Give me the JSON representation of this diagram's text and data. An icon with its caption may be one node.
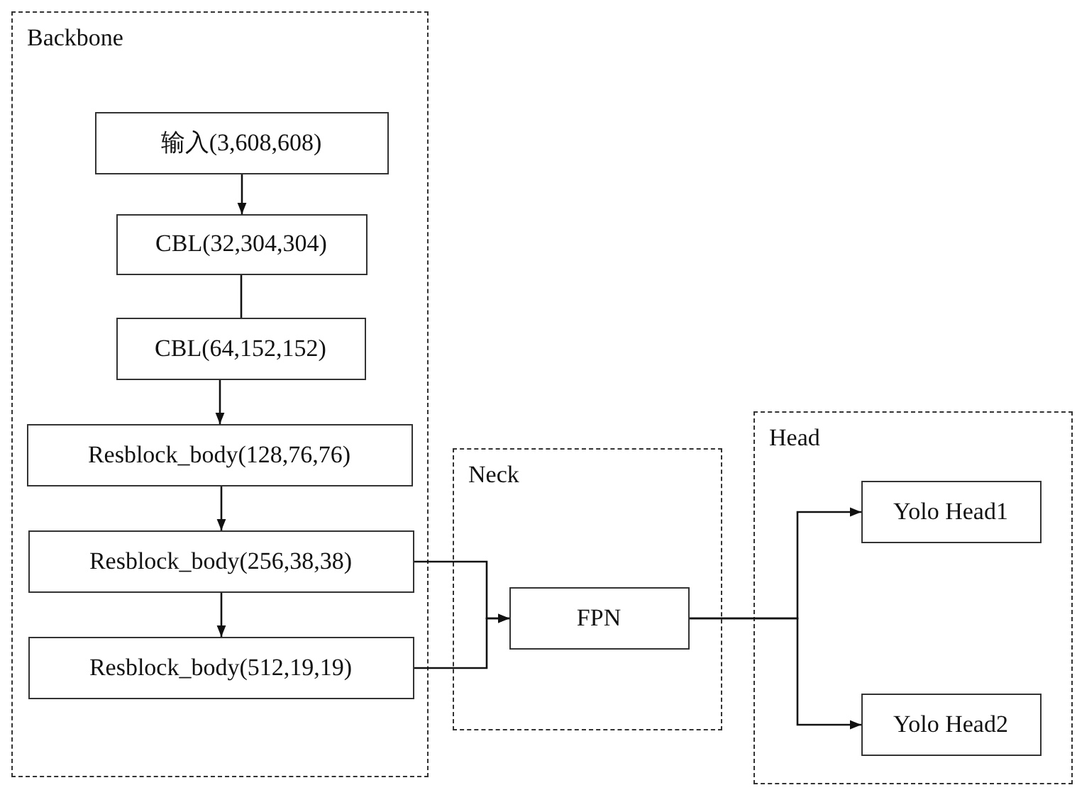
{
  "diagram": {
    "nodes": [
      {
        "text": [
          "Backbone"
        ]
      },
      {
        "text": [
          "输入(3,608,608)"
        ],
        "in": 0
      },
      {
        "text": [
          "CBL(32,304,304)"
        ],
        "in": 0
      },
      {
        "text": [
          "CBL(64,152,152)"
        ],
        "in": 0
      },
      {
        "text": [
          "Resblock_body(128,76,76)"
        ],
        "in": 0
      },
      {
        "text": [
          "Resblock_body(256,38,38)"
        ],
        "in": 0
      },
      {
        "text": [
          "Resblock_body(512,19,19)"
        ],
        "in": 0
      },
      {
        "text": [
          "Neck"
        ]
      },
      {
        "text": [
          "FPN"
        ],
        "in": 7
      },
      {
        "text": [
          "Head"
        ]
      },
      {
        "text": [
          "Yolo Head1"
        ],
        "in": 9
      },
      {
        "text": [
          "Yolo Head2"
        ],
        "in": 9
      }
    ],
    "edges": [
      {
        "from": 1,
        "to": 2,
        "arrow": "to"
      },
      {
        "from": 2,
        "to": 3,
        "arrow": "none"
      },
      {
        "from": 3,
        "to": 4,
        "arrow": "to"
      },
      {
        "from": 4,
        "to": 5,
        "arrow": "to"
      },
      {
        "from": 5,
        "to": 6,
        "arrow": "to"
      },
      {
        "from": 5,
        "to": 8,
        "arrow": "to"
      },
      {
        "from": 6,
        "to": 8,
        "arrow": "to"
      },
      {
        "from": 8,
        "to": 10,
        "arrow": "to"
      },
      {
        "from": 8,
        "to": 11,
        "arrow": "to"
      }
    ]
  }
}
